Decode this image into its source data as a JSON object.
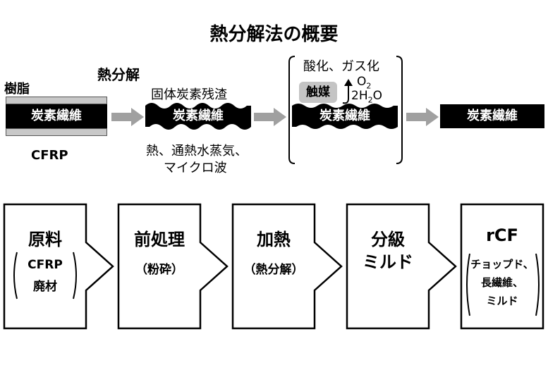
{
  "title": "熱分解法の概要",
  "top": {
    "resin_label": "樹脂",
    "fiber_label": "炭素繊維",
    "cfrp_label": "CFRP",
    "pyrolysis_label": "熱分解",
    "residue_label": "固体炭素残渣",
    "heat_source_line1": "熱、通熱水蒸気、",
    "heat_source_line2": "マイクロ波",
    "oxidation_label": "酸化、ガス化",
    "catalyst_label": "触媒",
    "o2_label": "O",
    "o2_sub": "2",
    "h2o_prefix": "2H",
    "h2o_sub": "2",
    "h2o_suffix": "O"
  },
  "process": [
    {
      "name": "原料",
      "detail": [
        "CFRP",
        "廃材"
      ]
    },
    {
      "name": "前処理",
      "detail": [
        "（粉砕）"
      ]
    },
    {
      "name": "加熱",
      "detail": [
        "（熱分解）"
      ]
    },
    {
      "name_lines": [
        "分級",
        "ミルド"
      ]
    },
    {
      "name": "rCF",
      "detail": [
        "チョップド、",
        "長繊維、",
        "ミルド"
      ]
    }
  ],
  "colors": {
    "fiber": "#000000",
    "resin": "#c8c8c8",
    "arrow": "#a0a0a0",
    "catalyst": "#c4c4c4"
  }
}
